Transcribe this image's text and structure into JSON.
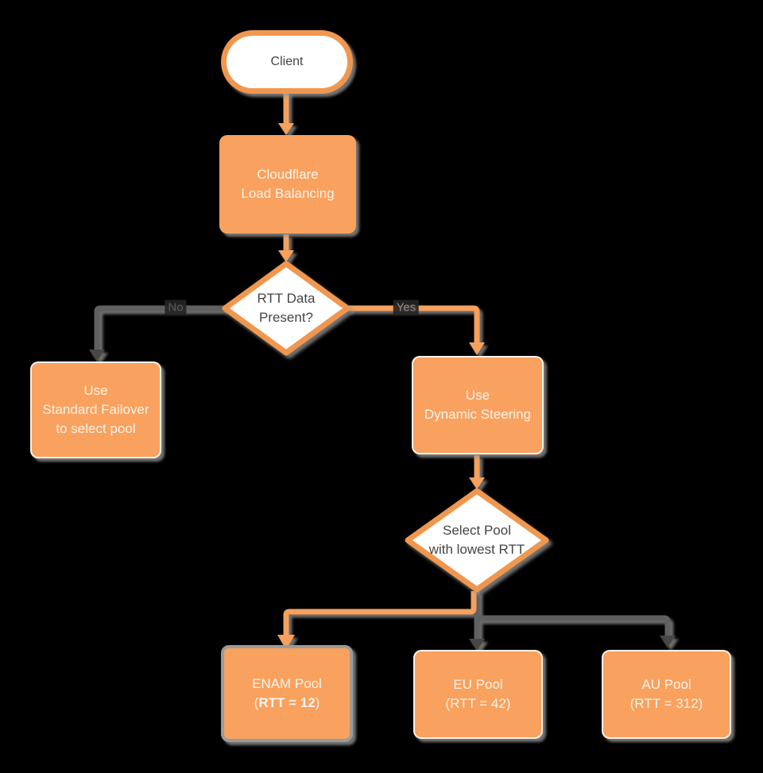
{
  "colors": {
    "node_fill": "#F9A15F",
    "node_stroke": "#F0974F",
    "edge_orange": "#F5A15D",
    "edge_gray": "#606060",
    "arrow_dark": "#474747",
    "text_light": "#FDF4E9",
    "text_dark": "#454545",
    "label_gray": "#8F8F8F",
    "shadow": "#9A9A9A",
    "decision_fill": "#FFFFFF",
    "canvas_bg": "#000000",
    "enam_ring": "#9B9B9B"
  },
  "nodes": {
    "client": {
      "label": "Client"
    },
    "load_balancer": {
      "line1": "Cloudflare",
      "line2": "Load Balancing"
    },
    "rtt_decision": {
      "line1": "RTT Data",
      "line2": "Present?"
    },
    "standard_failover": {
      "line1": "Use",
      "line2": "Standard Failover",
      "line3": "to select pool"
    },
    "dynamic_steering": {
      "line1": "Use",
      "line2": "Dynamic Steering"
    },
    "select_pool": {
      "line1": "Select Pool",
      "line2": "with lowest RTT"
    },
    "enam_pool": {
      "line1": "ENAM Pool",
      "line2_open": "(",
      "line2_bold": "RTT = 12",
      "line2_close": ")"
    },
    "eu_pool": {
      "line1": "EU Pool",
      "line2": "(RTT = 42)"
    },
    "au_pool": {
      "line1": "AU Pool",
      "line2": "(RTT = 312)"
    }
  },
  "edges": {
    "no_label": "No",
    "yes_label": "Yes"
  }
}
